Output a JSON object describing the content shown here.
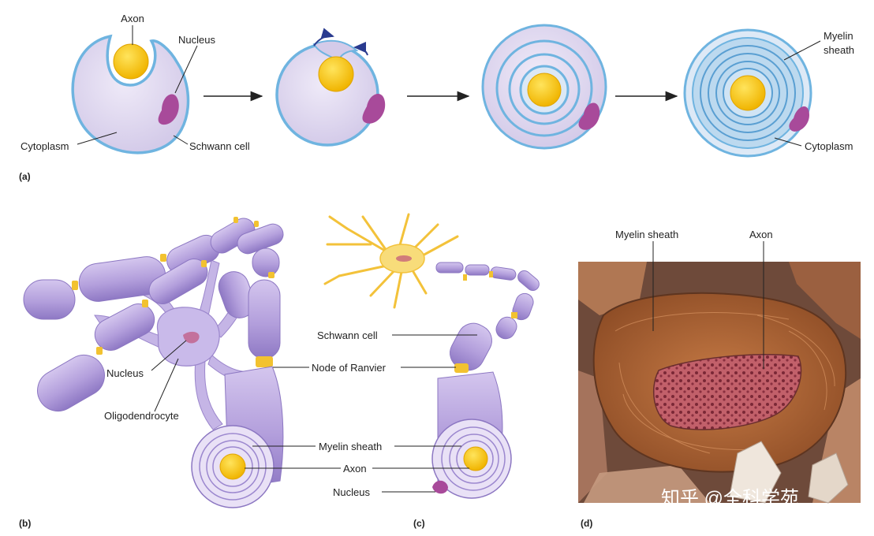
{
  "panel_a": {
    "tag": "(a)",
    "labels": {
      "axon": "Axon",
      "nucleus": "Nucleus",
      "cytoplasm": "Cytoplasm",
      "schwann_cell": "Schwann cell",
      "myelin_sheath_line1": "Myelin",
      "myelin_sheath_line2": "sheath",
      "cytoplasm_right": "Cytoplasm"
    }
  },
  "panel_b": {
    "tag": "(b)",
    "labels": {
      "nucleus": "Nucleus",
      "oligodendrocyte": "Oligodendrocyte"
    }
  },
  "panel_c": {
    "tag": "(c)",
    "labels": {
      "schwann_cell": "Schwann cell",
      "node_of_ranvier": "Node of Ranvier",
      "myelin_sheath": "Myelin sheath",
      "axon": "Axon",
      "nucleus": "Nucleus"
    }
  },
  "panel_d": {
    "tag": "(d)",
    "labels": {
      "myelin_sheath": "Myelin sheath",
      "axon": "Axon"
    },
    "watermark": "知乎 @全科学苑"
  },
  "colors": {
    "cytoplasm_fill": "#e3dcf0",
    "membrane_blue": "#6fb4e0",
    "axon_yellow": "#f7c600",
    "nucleus_magenta": "#a84a9a",
    "sheath_purple": "#b6a3dc",
    "node_gold": "#f2c230",
    "micro_brown": "#b46a3a"
  }
}
